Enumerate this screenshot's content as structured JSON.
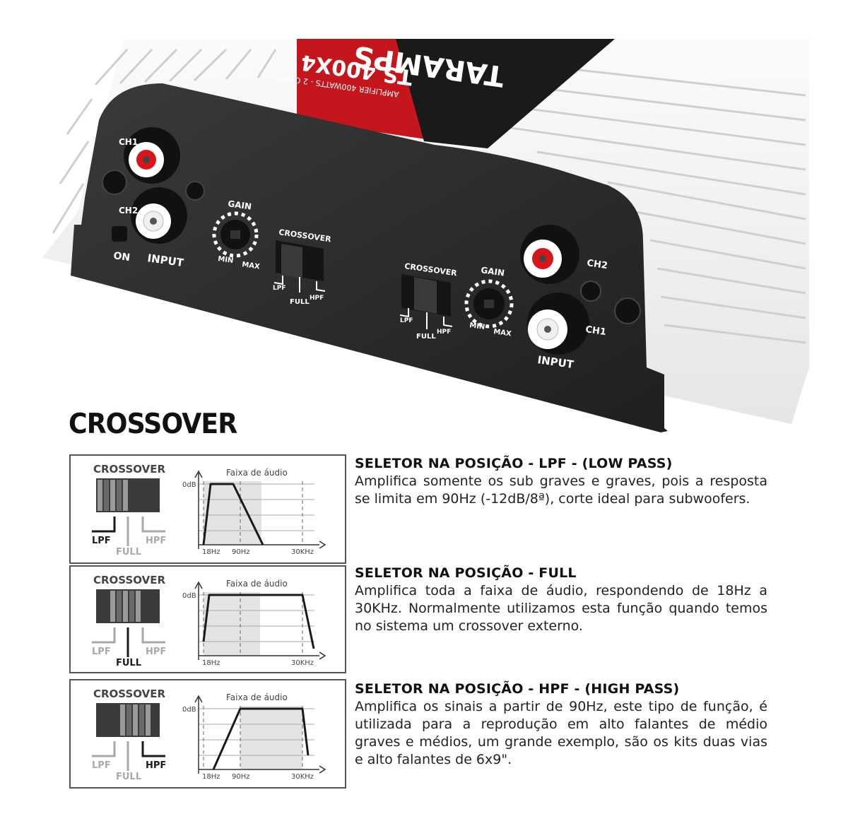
{
  "product": {
    "brand_logo_text": "TARAMPS",
    "model": "TS 400X4",
    "model_subtitle": "AMPLIFIER 400WATTS - 2 OHMS",
    "left_panel": {
      "ch1": "CH1",
      "ch2": "CH2",
      "on": "ON",
      "input": "INPUT",
      "gain": "GAIN",
      "min": "MIN",
      "max": "MAX",
      "crossover": "CROSSOVER",
      "lpf": "LPF",
      "full": "FULL",
      "hpf": "HPF"
    },
    "right_panel": {
      "crossover": "CROSSOVER",
      "gain": "GAIN",
      "min": "MIN",
      "max": "MAX",
      "ch2": "CH2",
      "ch1": "CH1",
      "input": "INPUT",
      "lpf": "LPF",
      "full": "FULL",
      "hpf": "HPF"
    }
  },
  "heading": "CROSSOVER",
  "diagram_labels": {
    "title": "CROSSOVER",
    "lpf": "LPF",
    "full": "FULL",
    "hpf": "HPF",
    "chart_title": "Faixa de áudio",
    "odb": "0dB",
    "f18": "18Hz",
    "f90": "90Hz",
    "f30k": "30KHz"
  },
  "modes": [
    {
      "id": "lpf",
      "title": "SELETOR NA POSIÇÃO - LPF - (LOW PASS)",
      "text": "Amplifica somente os sub graves e graves, pois a resposta se limita em 90Hz (-12dB/8ª), corte ideal para subwoofers."
    },
    {
      "id": "full",
      "title": "SELETOR NA POSIÇÃO - FULL",
      "text": "Amplifica toda a faixa de áudio, respondendo de 18Hz a 30KHz. Normalmente utilizamos esta função quando temos no sistema um crossover externo."
    },
    {
      "id": "hpf",
      "title": "SELETOR NA POSIÇÃO - HPF - (HIGH PASS)",
      "text": "Amplifica os sinais a partir de 90Hz, este tipo de função, é utilizada para a reprodução em alto falantes de médio graves e médios, um grande exemplo, são os kits duas vias e alto falantes de 6x9\"."
    }
  ],
  "colors": {
    "panel": "#2b2b2b",
    "heatsink": "#f2f2f2",
    "rca_red": "#d9141b",
    "label_stripe": "#c4161c",
    "active_line": "#1a1a1a",
    "inactive_line": "#a9a9a9",
    "band_fill": "#e3e3e3"
  }
}
